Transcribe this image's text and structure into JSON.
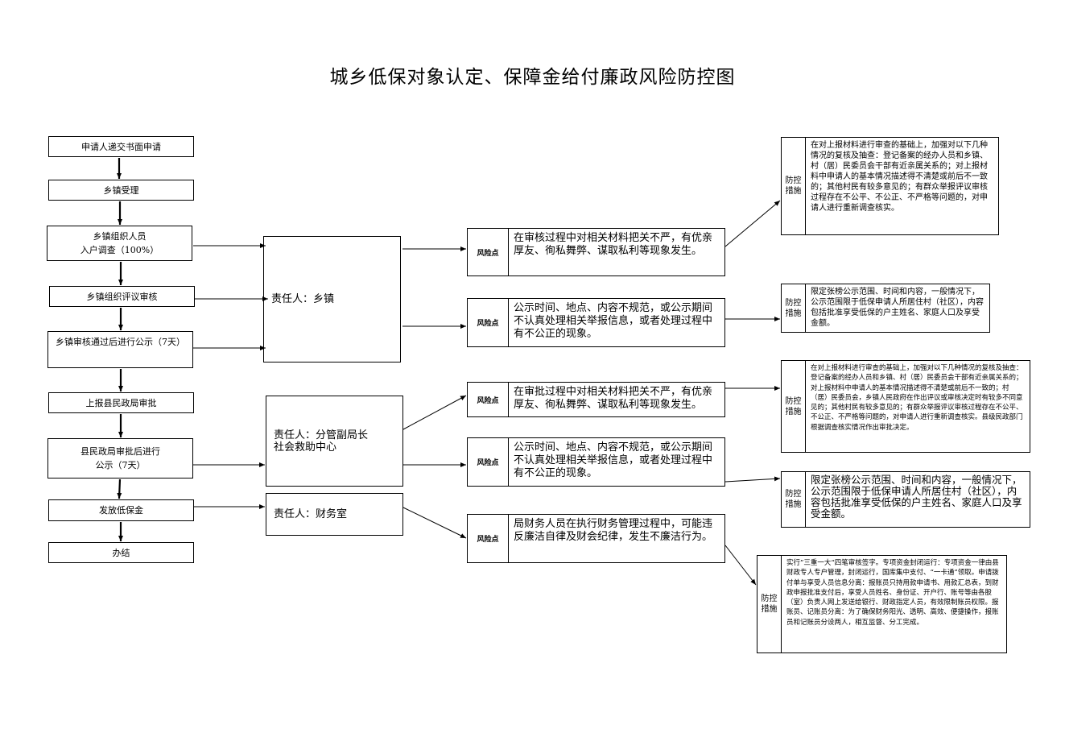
{
  "title": "城乡低保对象认定、保障金给付廉政风险防控图",
  "steps": [
    "申请人递交书面申请",
    "乡镇受理",
    "乡镇组织人员\n入户调查（100%）",
    "乡镇组织评议审核",
    "乡镇审核通过后进行公示（7天）",
    "上报县民政局审批",
    "县民政局审批后进行\n公示（7天）",
    "发放低保金",
    "办结"
  ],
  "responsibles": [
    "责任人：乡镇",
    "责任人：分管副局长\n            社会救助中心",
    "责任人：财务室"
  ],
  "risk_label": "风险点",
  "risks": [
    "在审核过程中对相关材料把关不严，有优亲厚友、徇私舞弊、谋取私利等现象发生。",
    "公示时间、地点、内容不规范，或公示期间不认真处理相关举报信息，或者处理过程中有不公正的现象。",
    "在审批过程中对相关材料把关不严，有优亲厚友、徇私舞弊、谋取私利等现象发生。",
    "公示时间、地点、内容不规范，或公示期间不认真处理相关举报信息，或者处理过程中有不公正的现象。",
    "局财务人员在执行财务管理过程中，可能违反廉洁自律及财会纪律，发生不廉洁行为。"
  ],
  "measure_label": "防控措施",
  "measures": [
    "在对上报材料进行审查的基础上，加强对以下几种情况的复核及抽查：登记备案的经办人员和乡镇、村（居）民委员会干部有近亲属关系的；对上报材料中申请人的基本情况描述得不清楚或前后不一致的；其他村民有较多意见的；有群众举报评议审核过程存在不公平、不公正、不严格等问题的，对申请人进行重新调查核实。",
    "限定张榜公示范围、时间和内容，一般情况下，公示范围限于低保申请人所居住村（社区），内容包括批准享受低保的户主姓名、家庭人口及享受金额。",
    "在对上报材料进行审查的基础上，加强对以下几种情况的复核及抽查：登记备案的经办人员和乡镇、村（居）民委员会干部有近亲属关系的；对上报材料中申请人的基本情况描述得不清楚或前后不一致的；村（居）民委员会，乡镇人民政府在作出评议或审核决定时有较多不同意见的；其他村民有较多意见的；有群众举报评议审核过程存在不公平、不公正、不严格等问题的，对申请人进行重新调查核实。县级民政部门根据调查核实情况作出审批决定。",
    "限定张榜公示范围、时间和内容，一般情况下，公示范围限于低保申请人所居住村（社区），内容包括批准享受低保的户主姓名、家庭人口及享受金额。",
    "实行”三重一大“四笔审核签字。专项资金封闭运行：专项资金一律由县财政专人专户管理，封闭运行，国库集中支付、“一卡通”领取。申请拨付单与享受人员信息分离：报账员只持用款申请书、用款汇总表，到财政申报批准支付后，享受人员姓名、身份证、开户行、账号等由各股（室）负责人网上发送给银行、财政指定人员，有效限制账员权限。报账员、记账员分离：为了确保财务阳光、透明、高效、便捷操作，报账员和记账员分设两人，相互监督、分工完成。"
  ]
}
